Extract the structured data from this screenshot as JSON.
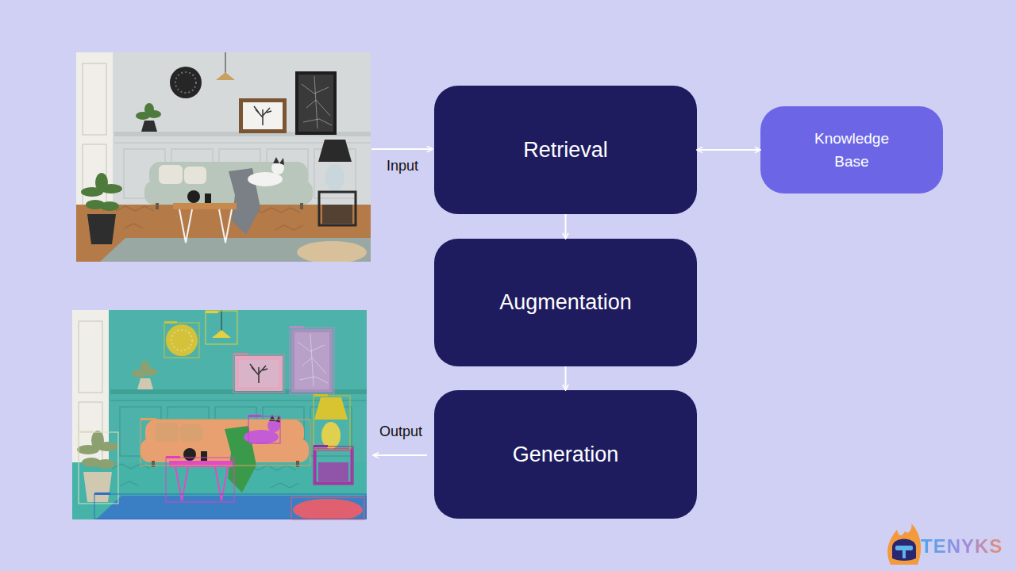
{
  "diagram": {
    "nodes": [
      {
        "text": [
          "Retrieval"
        ]
      },
      {
        "text": [
          "Augmentation"
        ]
      },
      {
        "text": [
          "Generation"
        ]
      },
      {
        "text": [
          "Knowledge Base"
        ]
      }
    ],
    "edges": [
      {
        "from": 0,
        "to": 3,
        "arrow": "both"
      },
      {
        "from": 0,
        "to": 1,
        "arrow": "to"
      },
      {
        "from": 1,
        "to": 2,
        "arrow": "to"
      }
    ],
    "labels": [
      "Input",
      "Output",
      "TENYKS"
    ]
  }
}
